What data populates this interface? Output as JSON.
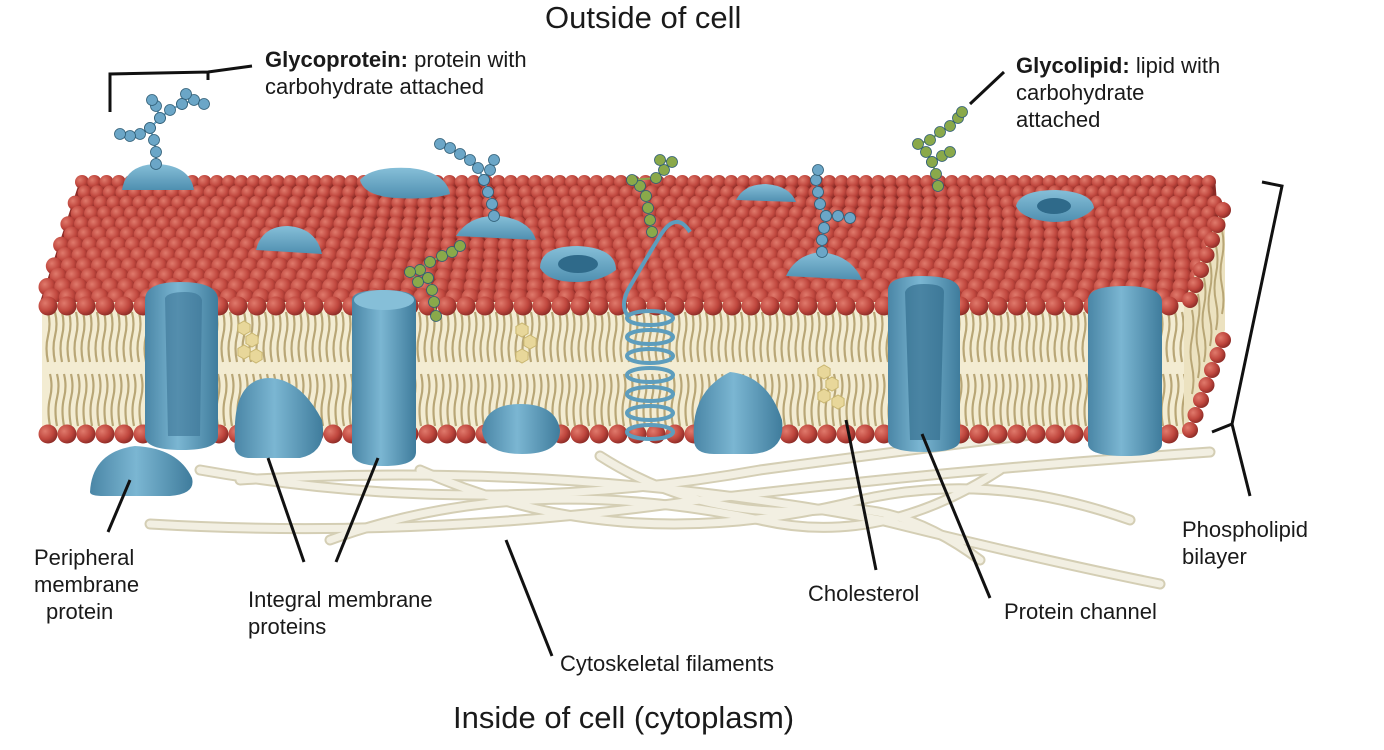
{
  "labels": {
    "outside": "Outside of cell",
    "inside": "Inside of cell (cytoplasm)",
    "glycoprotein_term": "Glycoprotein:",
    "glycoprotein_desc_1": "protein with",
    "glycoprotein_desc_2": "carbohydrate attached",
    "glycolipid_term": "Glycolipid:",
    "glycolipid_desc_1": "lipid with",
    "glycolipid_desc_2": "carbohydrate",
    "glycolipid_desc_3": "attached",
    "phospholipid_1": "Phospholipid",
    "phospholipid_2": "bilayer",
    "peripheral_1": "Peripheral",
    "peripheral_2": "membrane",
    "peripheral_3": "protein",
    "integral_1": "Integral membrane",
    "integral_2": "proteins",
    "cholesterol": "Cholesterol",
    "channel": "Protein channel",
    "cytoskeletal": "Cytoskeletal filaments"
  },
  "colors": {
    "head": "#c0473e",
    "head_shade": "#8a2a25",
    "tail": "#d8c79a",
    "protein": "#5d9dbd",
    "protein_dark": "#3f7c9c",
    "carb_blue": "#6ba6c7",
    "carb_green": "#8aa94a",
    "cholesterol": "#e8d79a",
    "filament": "#eeead8",
    "line": "#111111"
  }
}
